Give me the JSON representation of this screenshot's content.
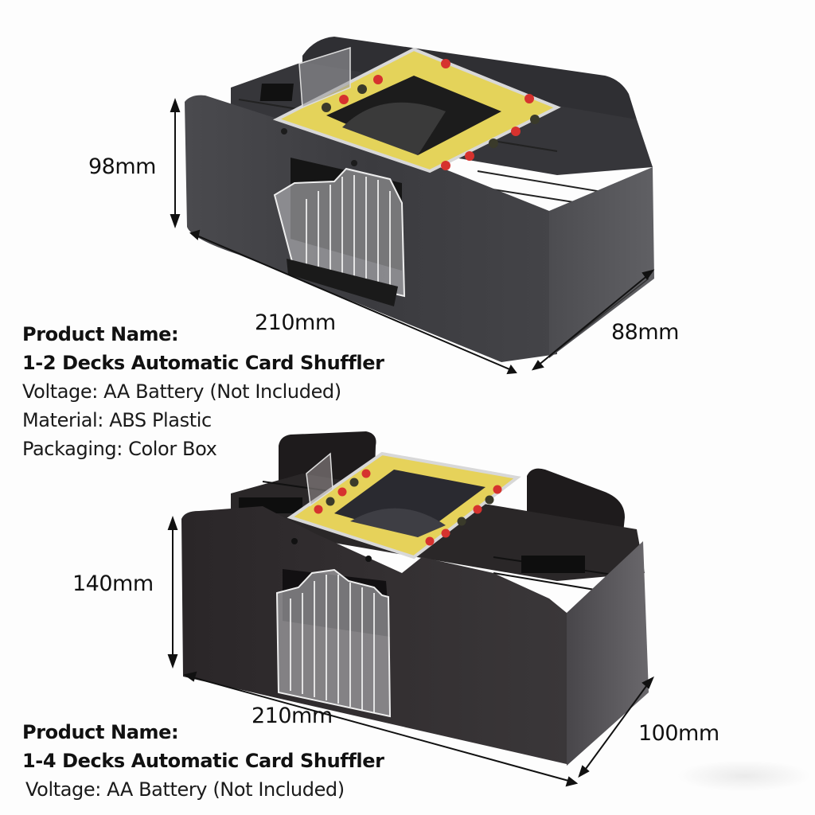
{
  "products": [
    {
      "id": "shuffler-1-2",
      "dimensions": {
        "height": "98mm",
        "length": "210mm",
        "depth": "88mm"
      },
      "specs": {
        "name_label": "Product Name:",
        "name_value": "1-2 Decks Automatic Card Shuffler",
        "voltage": "Voltage: AA Battery (Not Included)",
        "material": "Material: ABS Plastic",
        "packaging": "Packaging: Color Box"
      },
      "colors": {
        "body": "#3e3e42",
        "body_light": "#5a5a5f",
        "side": "#56565a",
        "label": "#e4d35a",
        "pip_red": "#d6322e",
        "pip_dark": "#3a3a2a"
      }
    },
    {
      "id": "shuffler-1-4",
      "dimensions": {
        "height": "140mm",
        "length": "210mm",
        "depth": "100mm"
      },
      "specs": {
        "name_label": "Product Name:",
        "name_value": "1-4 Decks Automatic Card Shuffler",
        "voltage": "Voltage: AA Battery (Not Included)"
      },
      "colors": {
        "body": "#2e2b2c",
        "body_light": "#4a4648",
        "side": "#5a585a",
        "label": "#e6d25a",
        "pip_red": "#d6322e",
        "pip_dark": "#3a3a2a"
      }
    }
  ]
}
